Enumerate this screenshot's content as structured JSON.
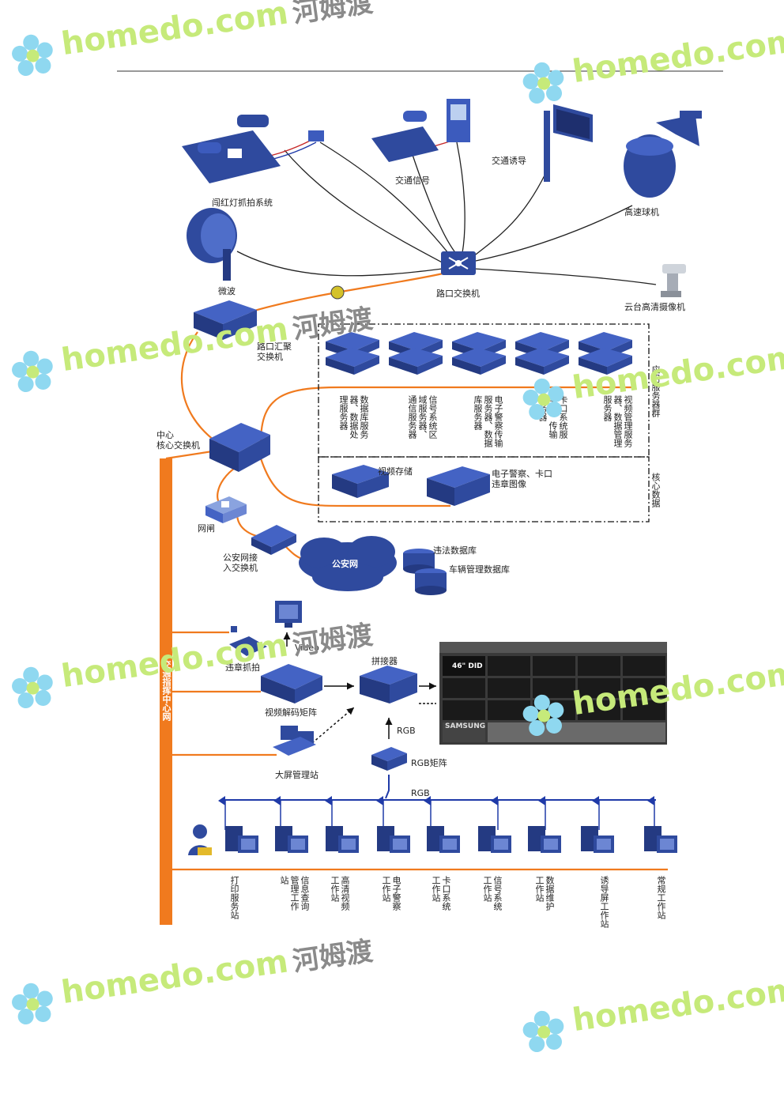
{
  "diagram": {
    "devices": {
      "red_light": "闯红灯抓拍系统",
      "traffic_signal": "交通信号",
      "traffic_guide": "交通诱导",
      "speed_dome": "高速球机",
      "microwave": "微波",
      "intersection_switch": "路口交换机",
      "ptz_camera": "云台高清摄像机",
      "agg_switch_1": "路口汇聚",
      "agg_switch_2": "交换机",
      "core_switch_1": "中心",
      "core_switch_2": "核心交换机",
      "gatekeeper": "网闸",
      "police_switch_1": "公安网接",
      "police_switch_2": "入交换机",
      "police_net": "公安网",
      "violation_db": "违法数据库",
      "vehicle_db": "车辆管理数据库",
      "video_label": "Video",
      "violation_capture": "违章抓拍",
      "decoder_matrix": "视频解码矩阵",
      "splicer": "拼接器",
      "big_screen_station": "大屏管理站",
      "rgb_label": "RGB",
      "rgb_matrix": "RGB矩阵",
      "rgb_bus": "RGB",
      "video_storage": "视频存储",
      "e_police_1": "电子警察、卡口",
      "e_police_2": "违章图像",
      "wall_size": "46\" DID",
      "wall_brand": "SAMSUNG",
      "traffic_net": "交通指挥中心网"
    },
    "servers": [
      "数据库服务器、数据处理服务器",
      "信号系统区域服务器、通信服务器",
      "电子警察传输服务器、数据库服务器",
      "卡口系统服务器、传输服务器",
      "视频管理服务器、数据管理服务器"
    ],
    "groups": {
      "app_cluster": "应用服务器群",
      "core_data": "核心数据"
    },
    "workstations": [
      "打印服务站",
      "信息查询管理工作站",
      "高清视频工作站",
      "电子警察工作站",
      "卡口系统工作站",
      "信号系统工作站",
      "数据维护工作站",
      "诱导屏工作站",
      "常规工作站"
    ]
  },
  "watermark": {
    "brand": "homedo.com",
    "cn": "河姆渡"
  },
  "colors": {
    "orange": "#f07a1e",
    "device_blue": "#2f4a9e",
    "bus_blue": "#1f3aa8"
  }
}
